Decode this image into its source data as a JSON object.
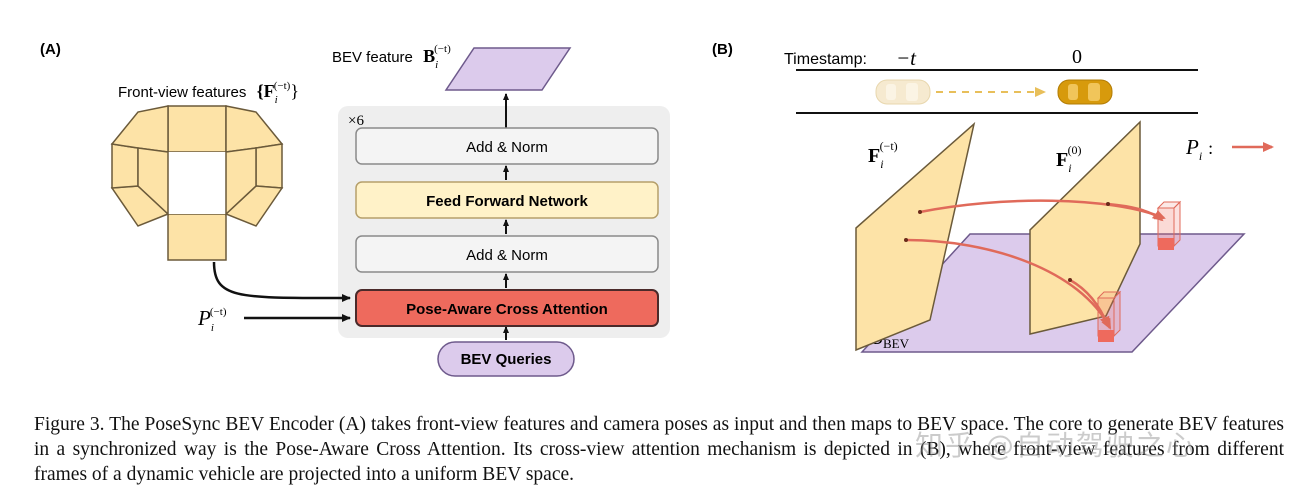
{
  "panel_a": {
    "label": "(A)",
    "front_view_label": "Front-view features",
    "front_view_sym": "{F",
    "front_view_sup": "(−t)",
    "front_view_sub": "i",
    "front_view_close": "}",
    "bev_feature_label": "BEV feature",
    "bev_feature_sym": "B",
    "bev_feature_sup": "(−t)",
    "bev_feature_sub": "i",
    "repeat": "×6",
    "add_norm_top": "Add & Norm",
    "ffn": "Feed Forward Network",
    "add_norm_mid": "Add & Norm",
    "pose_attn": "Pose-Aware Cross Attention",
    "bev_queries": "BEV Queries",
    "pose_sym": "P",
    "pose_sup": "(−t)",
    "pose_sub": "i"
  },
  "panel_b": {
    "label": "(B)",
    "timestamp": "Timestamp:",
    "t_minus": "−t",
    "t_zero": "0",
    "f_prev_sym": "F",
    "f_prev_sup": "(−t)",
    "f_prev_sub": "i",
    "f_cur_sym": "F",
    "f_cur_sup": "(0)",
    "f_cur_sub": "i",
    "pose_legend_sym": "P",
    "pose_legend_sub": "i",
    "pose_legend_colon": ":",
    "s_bev_sym": "S",
    "s_bev_sub": "BEV"
  },
  "colors": {
    "feature_fill": "#fde3a7",
    "feature_stroke": "#6b5a3a",
    "bev_fill": "#dccbec",
    "bev_stroke": "#6e5a8c",
    "attention_fill": "#ee6a5d",
    "attention_stroke": "#4a2a2a",
    "ffn_fill": "#fff2c8",
    "norm_fill": "#f2f2f2",
    "arrow_red": "#e06a5a",
    "car_gold": "#d79a0c"
  },
  "caption": "Figure 3. The PoseSync BEV Encoder (A) takes front-view features and camera poses as input and then maps to BEV space. The core to generate BEV features in a synchronized way is the Pose-Aware Cross Attention. Its cross-view attention mechanism is depicted in (B), where front-view features from different frames of a dynamic vehicle are projected into a uniform BEV space.",
  "watermark": "知乎 @自动驾驶之心"
}
